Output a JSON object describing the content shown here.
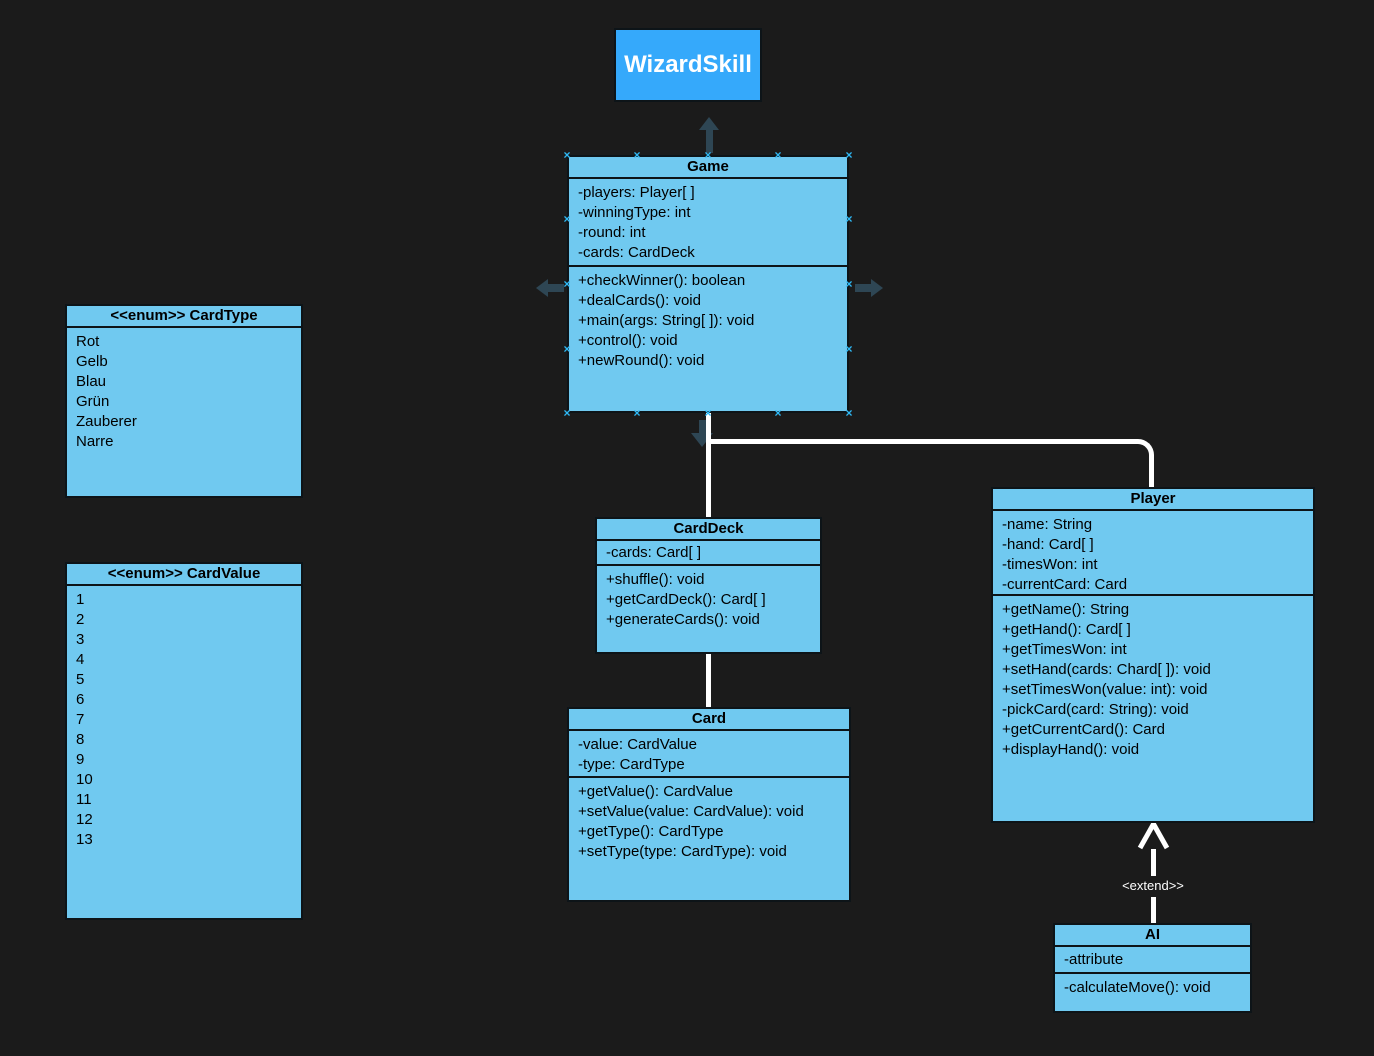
{
  "colors": {
    "background": "#1b1b1b",
    "class_fill": "#70c9f0",
    "class_border": "#0d1418",
    "root_fill": "#35a9fb",
    "root_text": "#ffffff",
    "member_text": "#000000",
    "connector": "#ffffff",
    "nav_arrow": "#2e4654",
    "connection_handle": "#2fb9f5"
  },
  "root_node": {
    "label": "WizardSkill"
  },
  "classes": {
    "game": {
      "name": "Game",
      "attributes": [
        "-players: Player[ ]",
        "-winningType: int",
        "-round: int",
        "-cards: CardDeck"
      ],
      "methods": [
        "+checkWinner(): boolean",
        "+dealCards(): void",
        "+main(args: String[ ]): void",
        "+control(): void",
        "+newRound(): void"
      ]
    },
    "cardtype": {
      "name": "<<enum>> CardType",
      "values": [
        "Rot",
        "Gelb",
        "Blau",
        "Grün",
        "Zauberer",
        "Narre"
      ]
    },
    "cardvalue": {
      "name": "<<enum>> CardValue",
      "values": [
        "1",
        "2",
        "3",
        "4",
        "5",
        "6",
        "7",
        "8",
        "9",
        "10",
        "11",
        "12",
        "13"
      ]
    },
    "carddeck": {
      "name": "CardDeck",
      "attributes": [
        "-cards: Card[ ]"
      ],
      "methods": [
        "+shuffle(): void",
        "+getCardDeck(): Card[ ]",
        "+generateCards(): void"
      ]
    },
    "card": {
      "name": "Card",
      "attributes": [
        "-value: CardValue",
        "-type: CardType"
      ],
      "methods": [
        "+getValue(): CardValue",
        "+setValue(value: CardValue): void",
        "+getType(): CardType",
        "+setType(type: CardType): void"
      ]
    },
    "player": {
      "name": "Player",
      "attributes": [
        "-name: String",
        "-hand: Card[ ]",
        "-timesWon: int",
        "-currentCard: Card"
      ],
      "methods": [
        "+getName(): String",
        "+getHand(): Card[ ]",
        "+getTimesWon: int",
        "+setHand(cards: Chard[ ]): void",
        "+setTimesWon(value: int): void",
        "-pickCard(card: String): void",
        "+getCurrentCard(): Card",
        "+displayHand(): void"
      ]
    },
    "ai": {
      "name": "AI",
      "attributes": [
        "-attribute"
      ],
      "methods": [
        "-calculateMove(): void"
      ]
    }
  },
  "edges": {
    "extend_label": "<extend>>"
  }
}
